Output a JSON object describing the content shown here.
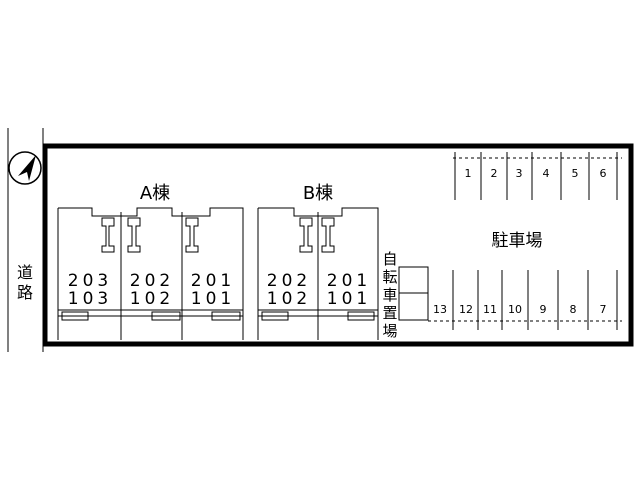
{
  "road_label": [
    "道",
    "路"
  ],
  "buildings": [
    {
      "name": "A棟",
      "units": [
        {
          "upper": "203",
          "lower": "103"
        },
        {
          "upper": "202",
          "lower": "102"
        },
        {
          "upper": "201",
          "lower": "101"
        }
      ]
    },
    {
      "name": "B棟",
      "units": [
        {
          "upper": "202",
          "lower": "102"
        },
        {
          "upper": "201",
          "lower": "101"
        }
      ]
    }
  ],
  "bicycle_parking_label": [
    "自",
    "転",
    "車",
    "置",
    "場"
  ],
  "parking": {
    "label": "駐車場",
    "top_row": [
      "1",
      "2",
      "3",
      "4",
      "5",
      "6"
    ],
    "bottom_row": [
      "13",
      "12",
      "11",
      "10",
      "9",
      "8",
      "7"
    ]
  },
  "icons": {
    "north_arrow": "north-arrow-icon"
  }
}
